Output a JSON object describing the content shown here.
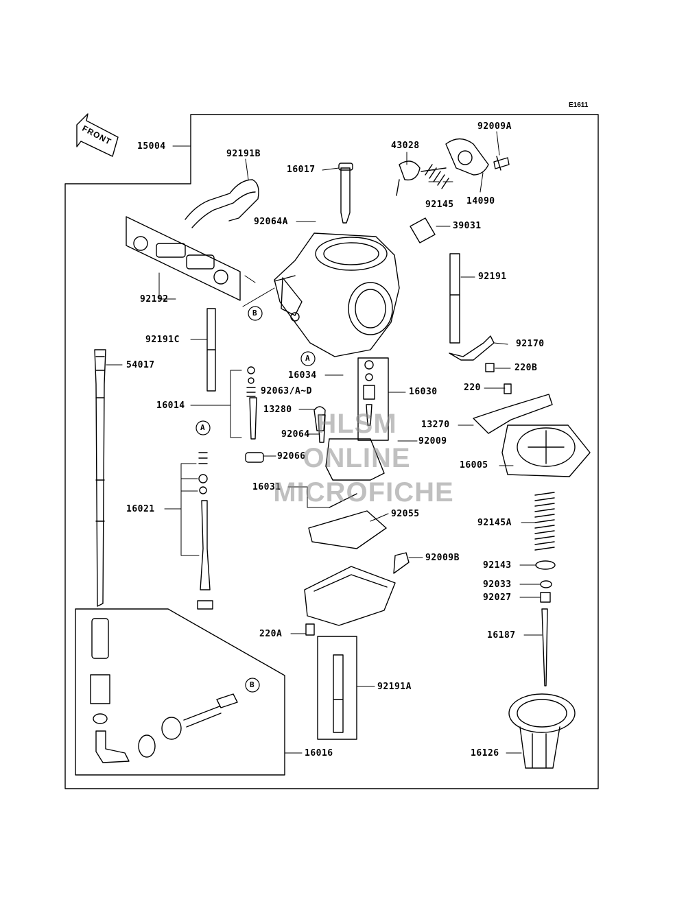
{
  "diagram_code": "E1611",
  "front_label": "FRONT",
  "watermark": {
    "line1": "HLSM",
    "line2": "ONLINE",
    "line3": "MICROFICHE"
  },
  "callouts": {
    "A": "A",
    "B": "B"
  },
  "parts": {
    "p15004": "15004",
    "p92191B": "92191B",
    "p16017": "16017",
    "p43028": "43028",
    "p92009A": "92009A",
    "p92145": "92145",
    "p14090": "14090",
    "p92064A": "92064A",
    "p39031": "39031",
    "p92191": "92191",
    "p92192": "92192",
    "p92170": "92170",
    "p92191C": "92191C",
    "p220B": "220B",
    "p54017": "54017",
    "p16034": "16034",
    "p16030": "16030",
    "p92063": "92063/A~D",
    "p220": "220",
    "p16014": "16014",
    "p13280": "13280",
    "p13270": "13270",
    "p92064": "92064",
    "p92009": "92009",
    "p92066": "92066",
    "p16005": "16005",
    "p16031": "16031",
    "p16021": "16021",
    "p92055": "92055",
    "p92145A": "92145A",
    "p92009B": "92009B",
    "p92143": "92143",
    "p92033": "92033",
    "p92027": "92027",
    "p220A": "220A",
    "p16187": "16187",
    "p92191A": "92191A",
    "p16016": "16016",
    "p16126": "16126"
  }
}
